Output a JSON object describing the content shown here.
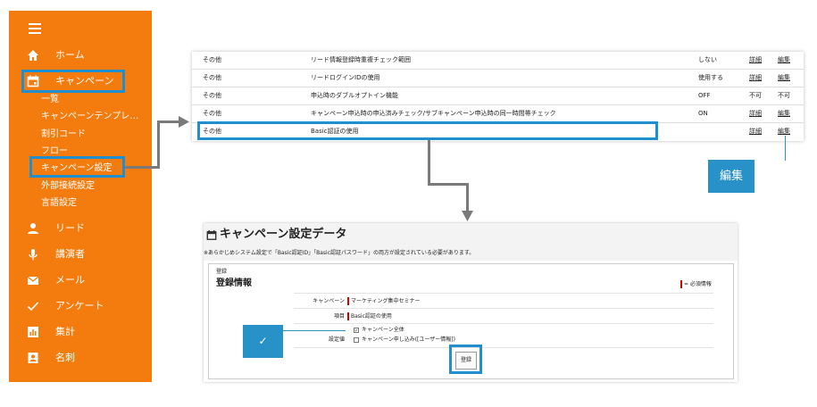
{
  "colors": {
    "sidebar_bg": "#f47c0e",
    "highlight": "#1f8fd0",
    "callout_bg": "#2891c7",
    "connector": "#7a7a7a",
    "required": "#cc0000"
  },
  "sidebar": {
    "menu_icon": "hamburger-icon",
    "items": [
      {
        "label": "ホーム",
        "icon": "home-icon"
      },
      {
        "label": "キャンペーン",
        "icon": "calendar-icon"
      },
      {
        "label": "リード",
        "icon": "person-icon"
      },
      {
        "label": "講演者",
        "icon": "microphone-icon"
      },
      {
        "label": "メール",
        "icon": "mail-icon"
      },
      {
        "label": "アンケート",
        "icon": "check-icon"
      },
      {
        "label": "集計",
        "icon": "bar-chart-icon"
      },
      {
        "label": "名刺",
        "icon": "contact-card-icon"
      }
    ],
    "sub_items": [
      "一覧",
      "キャンペーンテンプレ…",
      "割引コード",
      "フロー",
      "キャンペーン設定",
      "外部接続設定",
      "言語設定"
    ]
  },
  "settings_table": {
    "rows": [
      {
        "category": "その他",
        "name": "リード情報登録時重複チェック範囲",
        "value": "しない",
        "detail": "詳細",
        "edit": "編集"
      },
      {
        "category": "その他",
        "name": "リードログインIDの使用",
        "value": "使用する",
        "detail": "詳細",
        "edit": "編集"
      },
      {
        "category": "その他",
        "name": "申込時のダブルオプトイン機能",
        "value": "OFF",
        "detail": "不可",
        "edit": "不可"
      },
      {
        "category": "その他",
        "name": "キャンペーン申込時の申込済みチェック/サブキャンペーン申込時の同一時間帯チェック",
        "value": "ON",
        "detail": "詳細",
        "edit": "編集"
      },
      {
        "category": "その他",
        "name": "Basic認証の使用",
        "value": "",
        "detail": "詳細",
        "edit": "編集"
      }
    ]
  },
  "callouts": {
    "edit": "編集",
    "check": "✓"
  },
  "panel": {
    "title": "キャンペーン設定データ",
    "title_icon": "calendar-icon",
    "note": "※あらかじめシステム設定で「Basic認証ID」「Basic認証パスワード」の両方が設定されている必要があります。",
    "card": {
      "small_label": "登録",
      "heading": "登録情報",
      "required_legend": "= 必須情報",
      "fields": [
        {
          "label": "キャンペーン",
          "value": "マーケティング集中セミナー"
        },
        {
          "label": "項目",
          "value": "Basic認証の使用"
        }
      ],
      "setting_label": "設定値",
      "options": [
        {
          "label": "キャンペーン全体",
          "checked": true
        },
        {
          "label": "キャンペーン申し込み([ユーザー情報])",
          "checked": false
        }
      ],
      "submit_label": "登録"
    }
  }
}
